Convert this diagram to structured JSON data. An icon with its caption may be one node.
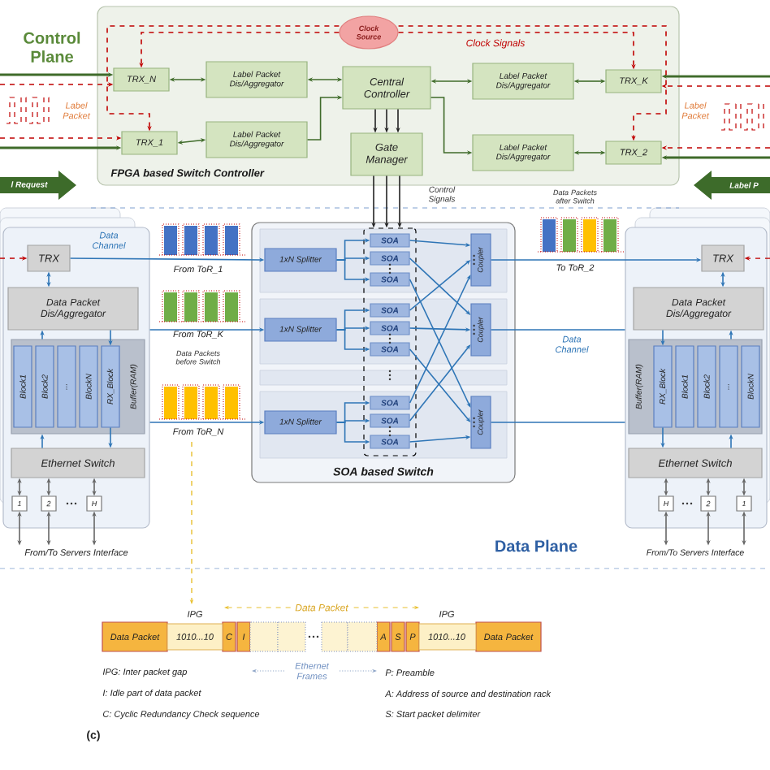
{
  "diagram": {
    "nodes": [
      {
        "text": [
          "FPGA based Switch Controller"
        ]
      },
      {
        "text": [
          "Clock Source"
        ],
        "in": 0
      },
      {
        "text": [
          "TRX_N"
        ],
        "in": 0
      },
      {
        "text": [
          "TRX_1"
        ],
        "in": 0
      },
      {
        "text": [
          "Label Packet Dis/Aggregator"
        ],
        "in": 0
      },
      {
        "text": [
          "Label Packet Dis/Aggregator"
        ],
        "in": 0
      },
      {
        "text": [
          "Central Controller"
        ],
        "in": 0
      },
      {
        "text": [
          "Gate Manager"
        ],
        "in": 0
      },
      {
        "text": [
          "Label Packet Dis/Aggregator"
        ],
        "in": 0
      },
      {
        "text": [
          "Label Packet Dis/Aggregator"
        ],
        "in": 0
      },
      {
        "text": [
          "TRX_K"
        ],
        "in": 0
      },
      {
        "text": [
          "TRX_2"
        ],
        "in": 0
      },
      {
        "text": [],
        "shape": "box"
      },
      {
        "text": [
          "TRX"
        ],
        "in": 12
      },
      {
        "text": [
          "Data Packet Dis/Aggregator"
        ],
        "in": 12
      },
      {
        "text": [
          "Buffer(RAM)"
        ],
        "in": 12
      },
      {
        "text": [
          "Block1"
        ],
        "in": 15
      },
      {
        "text": [
          "Block2"
        ],
        "in": 15
      },
      {
        "text": [
          "..."
        ],
        "in": 15
      },
      {
        "text": [
          "BlockN"
        ],
        "in": 15
      },
      {
        "text": [
          "RX_Block"
        ],
        "in": 15
      },
      {
        "text": [
          "Ethernet Switch"
        ],
        "in": 12
      },
      {
        "text": [
          "1"
        ],
        "in": 12
      },
      {
        "text": [
          "2"
        ],
        "in": 12
      },
      {
        "text": [
          "H"
        ],
        "in": 12
      },
      {
        "text": [
          "SOA based Switch"
        ]
      },
      {
        "text": [
          "1xN Splitter"
        ],
        "in": 25
      },
      {
        "text": [
          "1xN Splitter"
        ],
        "in": 25
      },
      {
        "text": [
          "1xN Splitter"
        ],
        "in": 25
      },
      {
        "text": [],
        "shape": "box",
        "in": 25
      },
      {
        "text": [
          "SOA"
        ],
        "in": 29
      },
      {
        "text": [
          "SOA"
        ],
        "in": 29
      },
      {
        "text": [
          "SOA"
        ],
        "in": 29
      },
      {
        "text": [
          "SOA"
        ],
        "in": 29
      },
      {
        "text": [
          "SOA"
        ],
        "in": 29
      },
      {
        "text": [
          "SOA"
        ],
        "in": 29
      },
      {
        "text": [
          "SOA"
        ],
        "in": 29
      },
      {
        "text": [
          "SOA"
        ],
        "in": 29
      },
      {
        "text": [
          "SOA"
        ],
        "in": 29
      },
      {
        "text": [
          "Coupler"
        ],
        "in": 25
      },
      {
        "text": [
          "Coupler"
        ],
        "in": 25
      },
      {
        "text": [
          "Coupler"
        ],
        "in": 25
      },
      {
        "text": [],
        "shape": "box"
      },
      {
        "text": [
          "TRX"
        ],
        "in": 42
      },
      {
        "text": [
          "Data Packet Dis/Aggregator"
        ],
        "in": 42
      },
      {
        "text": [
          "Buffer(RAM)"
        ],
        "in": 42
      },
      {
        "text": [
          "RX_Block"
        ],
        "in": 45
      },
      {
        "text": [
          "Block1"
        ],
        "in": 45
      },
      {
        "text": [
          "Block2"
        ],
        "in": 45
      },
      {
        "text": [
          "..."
        ],
        "in": 45
      },
      {
        "text": [
          "BlockN"
        ],
        "in": 45
      },
      {
        "text": [
          "Ethernet Switch"
        ],
        "in": 42
      },
      {
        "text": [
          "H"
        ],
        "in": 42
      },
      {
        "text": [
          "2"
        ],
        "in": 42
      },
      {
        "text": [
          "1"
        ],
        "in": 42
      },
      {
        "text": [
          "Data Packet"
        ]
      },
      {
        "text": [
          "C"
        ]
      },
      {
        "text": [
          "I"
        ]
      },
      {
        "text": [
          "A"
        ]
      },
      {
        "text": [
          "S"
        ]
      },
      {
        "text": [
          "P"
        ]
      },
      {
        "text": [
          "Data Packet"
        ]
      },
      {
        "text": [
          "From/To Servers Interface"
        ]
      },
      {
        "text": [
          "From/To Servers Interface"
        ]
      }
    ],
    "edges": [
      {
        "from": null,
        "to": 2,
        "arrow": "to",
        "color": "#3f6b2a"
      },
      {
        "from": null,
        "to": 2,
        "arrow": "to",
        "style": "dashed",
        "color": "#c00000"
      },
      {
        "from": null,
        "to": 3,
        "arrow": "to",
        "style": "dashed",
        "color": "#c00000"
      },
      {
        "from": null,
        "to": 3,
        "arrow": "to",
        "color": "#3f6b2a"
      },
      {
        "from": null,
        "to": 10,
        "arrow": "to",
        "color": "#3f6b2a"
      },
      {
        "from": null,
        "to": 10,
        "arrow": "to",
        "style": "dashed",
        "color": "#c00000"
      },
      {
        "from": null,
        "to": 11,
        "arrow": "to",
        "style": "dashed",
        "color": "#c00000"
      },
      {
        "from": null,
        "to": 11,
        "arrow": "to",
        "color": "#3f6b2a"
      },
      {
        "from": 2,
        "to": 4,
        "arrow": "both",
        "color": "#3f6b2a"
      },
      {
        "from": 3,
        "to": 5,
        "arrow": "both",
        "color": "#3f6b2a"
      },
      {
        "from": 4,
        "to": 6,
        "arrow": "both",
        "color": "#3f6b2a"
      },
      {
        "from": 5,
        "to": 6,
        "arrow": "to",
        "color": "#3f6b2a"
      },
      {
        "from": 6,
        "to": 8,
        "arrow": "both",
        "color": "#3f6b2a"
      },
      {
        "from": 6,
        "to": 9,
        "arrow": "to",
        "color": "#3f6b2a"
      },
      {
        "from": 8,
        "to": 10,
        "arrow": "both",
        "color": "#3f6b2a"
      },
      {
        "from": 9,
        "to": 11,
        "arrow": "both",
        "color": "#3f6b2a"
      },
      {
        "from": 6,
        "to": 7,
        "arrow": "to",
        "color": "#222222"
      },
      {
        "from": 6,
        "to": 7,
        "arrow": "to",
        "color": "#222222"
      },
      {
        "from": 6,
        "to": 7,
        "arrow": "to",
        "color": "#222222"
      },
      {
        "from": 1,
        "to": 2,
        "arrow": "to",
        "style": "dashed",
        "color": "#c00000"
      },
      {
        "from": 1,
        "to": 3,
        "arrow": "to",
        "style": "dashed",
        "color": "#c00000"
      },
      {
        "from": 1,
        "to": 10,
        "arrow": "to",
        "style": "dashed",
        "color": "#c00000"
      },
      {
        "from": 1,
        "to": 11,
        "arrow": "to",
        "style": "dashed",
        "color": "#c00000"
      },
      {
        "from": 7,
        "to": 29,
        "arrow": "to",
        "color": "#222222"
      },
      {
        "from": 7,
        "to": 29,
        "arrow": "to",
        "color": "#222222"
      },
      {
        "from": 7,
        "to": 29,
        "arrow": "to",
        "color": "#222222"
      },
      {
        "from": null,
        "to": 13,
        "arrow": "to",
        "style": "dashed",
        "color": "#c00000"
      },
      {
        "from": 13,
        "to": 26,
        "arrow": "to"
      },
      {
        "from": 12,
        "to": 27,
        "arrow": "to"
      },
      {
        "from": 12,
        "to": 28,
        "arrow": "to"
      },
      {
        "from": 26,
        "to": 30,
        "arrow": "to"
      },
      {
        "from": 26,
        "to": 31,
        "arrow": "to"
      },
      {
        "from": 26,
        "to": 32,
        "arrow": "to"
      },
      {
        "from": 27,
        "to": 33,
        "arrow": "to"
      },
      {
        "from": 27,
        "to": 34,
        "arrow": "to"
      },
      {
        "from": 27,
        "to": 35,
        "arrow": "to"
      },
      {
        "from": 28,
        "to": 36,
        "arrow": "to"
      },
      {
        "from": 28,
        "to": 37,
        "arrow": "to"
      },
      {
        "from": 28,
        "to": 38,
        "arrow": "to"
      },
      {
        "from": 30,
        "to": 39,
        "arrow": "to"
      },
      {
        "from": 31,
        "to": 40,
        "arrow": "to"
      },
      {
        "from": 32,
        "to": 41,
        "arrow": "to"
      },
      {
        "from": 33,
        "to": 39,
        "arrow": "to"
      },
      {
        "from": 34,
        "to": 40,
        "arrow": "to"
      },
      {
        "from": 35,
        "to": 41,
        "arrow": "to"
      },
      {
        "from": 36,
        "to": 39,
        "arrow": "to"
      },
      {
        "from": 37,
        "to": 40,
        "arrow": "to"
      },
      {
        "from": 38,
        "to": 41,
        "arrow": "to"
      },
      {
        "from": 39,
        "to": 43,
        "arrow": "to"
      },
      {
        "from": 40,
        "to": 42,
        "arrow": "none"
      },
      {
        "from": 41,
        "to": 42,
        "arrow": "none"
      },
      {
        "from": null,
        "to": 43,
        "arrow": "to",
        "style": "dashed",
        "color": "#c00000"
      },
      {
        "from": 13,
        "to": 14,
        "arrow": "both"
      },
      {
        "from": 43,
        "to": 44,
        "arrow": "both"
      },
      {
        "from": 15,
        "to": 14,
        "arrow": "to"
      },
      {
        "from": 14,
        "to": 20,
        "arrow": "to"
      },
      {
        "from": 20,
        "to": 21,
        "arrow": "to"
      },
      {
        "from": 21,
        "to": 15,
        "arrow": "to"
      },
      {
        "from": 45,
        "to": 44,
        "arrow": "to"
      },
      {
        "from": 44,
        "to": 46,
        "arrow": "to"
      },
      {
        "from": 46,
        "to": 51,
        "arrow": "to"
      },
      {
        "from": 51,
        "to": 45,
        "arrow": "to"
      },
      {
        "from": 21,
        "to": 22,
        "arrow": "both",
        "color": "#666666"
      },
      {
        "from": 21,
        "to": 23,
        "arrow": "both",
        "color": "#666666"
      },
      {
        "from": 21,
        "to": 24,
        "arrow": "both",
        "color": "#666666"
      },
      {
        "from": 22,
        "to": 62,
        "arrow": "both",
        "color": "#666666"
      },
      {
        "from": 23,
        "to": 62,
        "arrow": "both",
        "color": "#666666"
      },
      {
        "from": 24,
        "to": 62,
        "arrow": "both",
        "color": "#666666"
      },
      {
        "from": 51,
        "to": 52,
        "arrow": "both",
        "color": "#666666"
      },
      {
        "from": 51,
        "to": 53,
        "arrow": "both",
        "color": "#666666"
      },
      {
        "from": 51,
        "to": 54,
        "arrow": "both",
        "color": "#666666"
      },
      {
        "from": 52,
        "to": 63,
        "arrow": "both",
        "color": "#666666"
      },
      {
        "from": 53,
        "to": 63,
        "arrow": "both",
        "color": "#666666"
      },
      {
        "from": 54,
        "to": 63,
        "arrow": "both",
        "color": "#666666"
      }
    ],
    "labels": [
      "Control Plane",
      "Clock Signals",
      "Label Packet",
      "l Request",
      "Label Packet",
      "Label P",
      "Control Signals",
      "Data Channel",
      "From ToR_1",
      "From ToR_K",
      "Data Packets before Switch",
      "From ToR_N",
      "Data Packets after Switch",
      "To ToR_2",
      "Data Channel",
      "Data Plane",
      "Data Packet",
      "IPG",
      "1010...10",
      "IPG",
      "1010...10",
      "IPG: Inter packet gap",
      "Ethernet Frames",
      "P: Preamble",
      "I: Idle part of data packet",
      "A: Address of source and destination rack",
      "C: Cyclic Redundancy Check sequence",
      "S: Start packet delimiter",
      "(c)"
    ]
  }
}
